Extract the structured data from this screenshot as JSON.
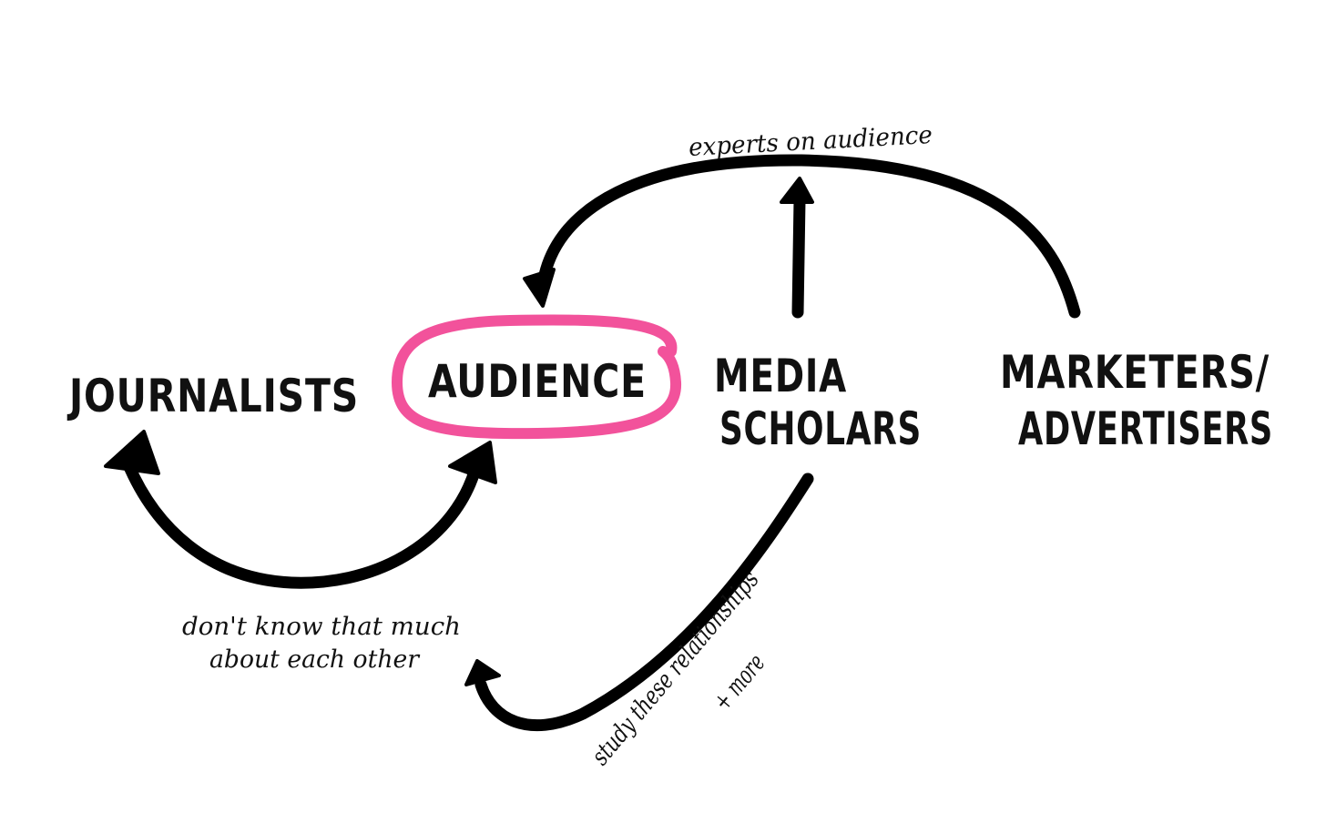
{
  "nodes": {
    "journalists": "JOURNALISTS",
    "audience": "AUDIENCE",
    "media_scholars_line1": "MEDIA",
    "media_scholars_line2": "SCHOLARS",
    "marketers_line1": "MARKETERS/",
    "marketers_line2": "ADVERTISERS"
  },
  "annotations": {
    "experts": "experts on audience",
    "dont_know_line1": "don't know that much",
    "dont_know_line2": "about each other",
    "study_line1": "study these relationships",
    "study_line2": "+ more"
  },
  "colors": {
    "highlight": "#f2529b",
    "ink": "#000000"
  }
}
